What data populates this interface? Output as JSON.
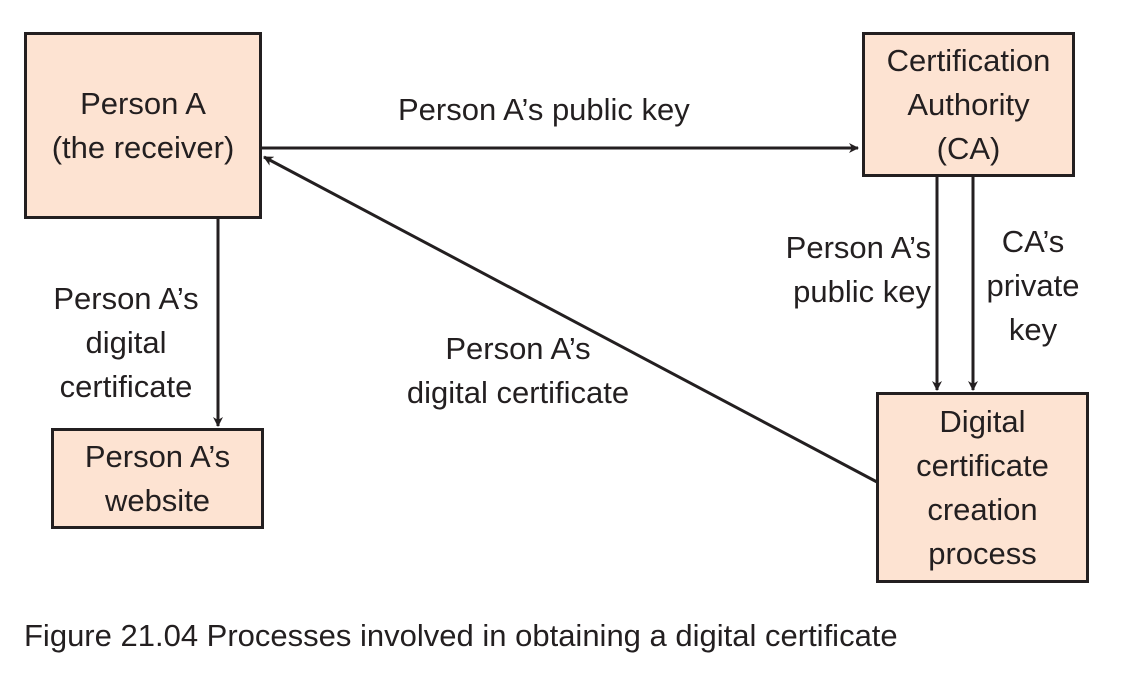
{
  "nodes": {
    "person_a": {
      "lines": [
        "Person A",
        "(the receiver)"
      ]
    },
    "ca": {
      "lines": [
        "Certification",
        "Authority",
        "(CA)"
      ]
    },
    "website": {
      "lines": [
        "Person A’s",
        "website"
      ]
    },
    "creation": {
      "lines": [
        "Digital",
        "certificate",
        "creation",
        "process"
      ]
    }
  },
  "edges": {
    "person_to_ca": {
      "lines": [
        "Person A’s public key"
      ]
    },
    "ca_to_creation_pubkey": {
      "lines": [
        "Person A’s",
        "public key"
      ]
    },
    "ca_to_creation_privkey": {
      "lines": [
        "CA’s",
        "private",
        "key"
      ]
    },
    "creation_to_person": {
      "lines": [
        "Person A’s",
        "digital certificate"
      ]
    },
    "person_to_website": {
      "lines": [
        "Person A’s",
        "digital",
        "certificate"
      ]
    }
  },
  "caption": "Figure 21.04 Processes involved in obtaining a digital certificate",
  "colors": {
    "box_fill": "#fde3d2",
    "stroke": "#231f20"
  }
}
